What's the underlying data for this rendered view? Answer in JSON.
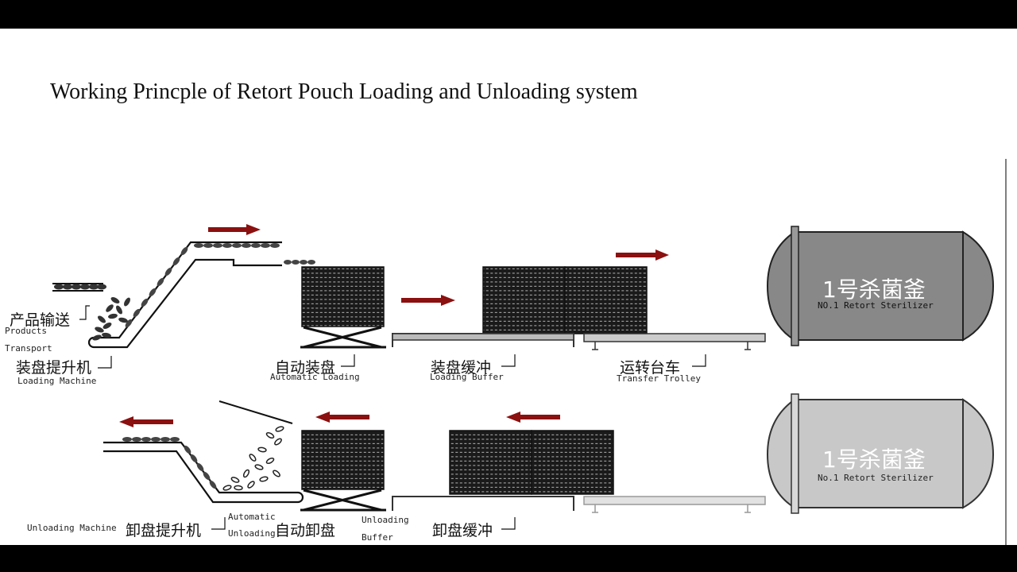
{
  "title": "Working Princple of Retort Pouch Loading and Unloading system",
  "loading_line": {
    "products_transport_cn": "产品输送",
    "products_transport_en_1": "Products",
    "products_transport_en_2": "Transport",
    "loading_machine_cn": "装盘提升机",
    "loading_machine_en": "Loading Machine",
    "automatic_loading_cn": "自动装盘",
    "automatic_loading_en": "Automatic Loading",
    "loading_buffer_cn": "装盘缓冲",
    "loading_buffer_en": "Loading Buffer",
    "transfer_trolley_cn": "运转台车",
    "transfer_trolley_en": "Transfer Trolley",
    "vessel_cn": "1号杀菌釜",
    "vessel_en": "NO.1 Retort Sterilizer"
  },
  "unloading_line": {
    "unloading_machine_en": "Unloading Machine",
    "unloading_machine_cn": "卸盘提升机",
    "automatic_unloading_en_1": "Automatic",
    "automatic_unloading_en_2": "Unloading",
    "automatic_unloading_cn": "自动卸盘",
    "unloading_buffer_en_1": "Unloading",
    "unloading_buffer_en_2": "Buffer",
    "unloading_buffer_cn": "卸盘缓冲",
    "vessel_cn": "1号杀菌釜",
    "vessel_en": "No.1 Retort Sterilizer"
  },
  "colors": {
    "arrow": "#8b1010",
    "vessel_dark": "#888888",
    "vessel_light": "#c8c8c8",
    "basket": "#1a1a1a"
  }
}
